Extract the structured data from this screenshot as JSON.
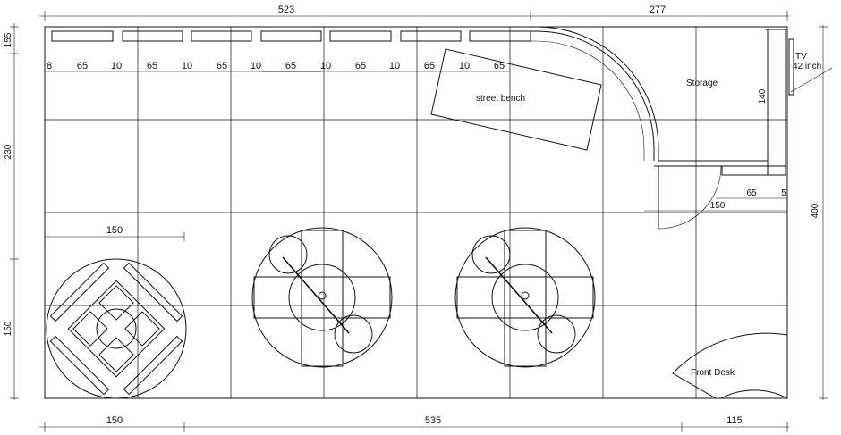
{
  "dimensions": {
    "top_left": "523",
    "top_right": "277",
    "left_top": "155",
    "left_middle": "230",
    "left_bottom": "150",
    "right_total": "400",
    "bottom_left": "150",
    "bottom_middle": "535",
    "bottom_right": "115",
    "booth_width": "150",
    "door_width": "150",
    "desk_offset": "65",
    "desk_gap": "5",
    "storage_depth": "140"
  },
  "seat_row_labels": [
    "8",
    "65",
    "10",
    "65",
    "10",
    "65",
    "10",
    "65",
    "10",
    "65",
    "10",
    "65",
    "10",
    "65"
  ],
  "labels": {
    "street_bench": "street bench",
    "storage": "Storage",
    "tv": "TV",
    "tv_size": "42 inch",
    "front_desk": "Front Desk"
  }
}
